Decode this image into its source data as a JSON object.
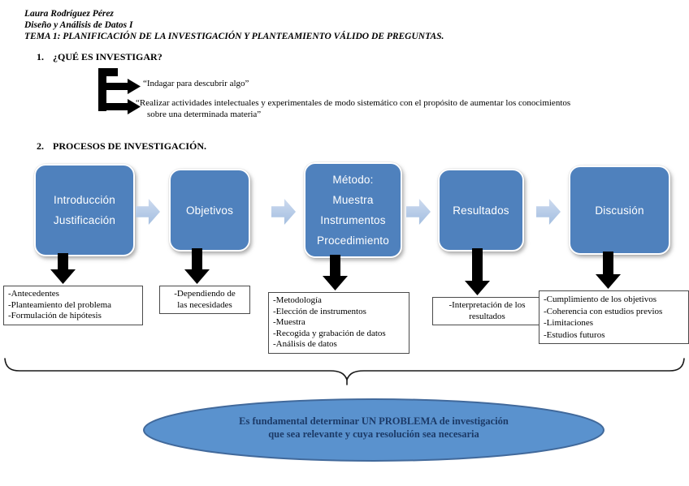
{
  "header": {
    "line1": "Laura Rodríguez Pérez",
    "line2": "Diseño y Análisis de Datos I",
    "line3": "TEMA 1: PLANIFICACIÓN DE LA INVESTIGACIÓN Y PLANTEAMIENTO VÁLIDO DE PREGUNTAS."
  },
  "section1": {
    "number": "1.",
    "title": "¿QUÉ ES INVESTIGAR?",
    "quote1": "“Indagar para descubrir algo”",
    "quote2_line1": "“Realizar actividades intelectuales y experimentales de modo sistemático con el propósito de aumentar los conocimientos",
    "quote2_line2": "sobre una determinada materia”"
  },
  "section2": {
    "number": "2.",
    "title": "PROCESOS DE INVESTIGACIÓN."
  },
  "flowchart": {
    "boxes": [
      {
        "lines": [
          "Introducción",
          "Justificación"
        ]
      },
      {
        "lines": [
          "Objetivos"
        ]
      },
      {
        "lines": [
          "Método:",
          "Muestra",
          "Instrumentos",
          "Procedimiento"
        ]
      },
      {
        "lines": [
          "Resultados"
        ]
      },
      {
        "lines": [
          "Discusión"
        ]
      }
    ],
    "notes": [
      {
        "lines": [
          "-Antecedentes",
          "-Planteamiento del problema",
          "-Formulación de hipótesis"
        ]
      },
      {
        "lines": [
          "-Dependiendo de",
          "las necesidades"
        ]
      },
      {
        "lines": [
          "-Metodología",
          "-Elección de instrumentos",
          "-Muestra",
          "-Recogida y grabación de datos",
          "-Análisis de datos"
        ]
      },
      {
        "lines": [
          "-Interpretación de los",
          "resultados"
        ]
      },
      {
        "lines": [
          "-Cumplimiento de los objetivos",
          "-Coherencia con estudios previos",
          "-Limitaciones",
          "-Estudios futuros"
        ]
      }
    ]
  },
  "conclusion": {
    "line1": "Es fundamental determinar UN PROBLEMA de investigación",
    "line2": "que sea relevante y cuya resolución sea necesaria"
  },
  "colors": {
    "box_blue": "#4F81BD",
    "light_arrow_blue": "#B9CDE5",
    "ellipse_fill": "#5A92CE",
    "ellipse_border": "#41699B",
    "conclusion_text": "#1C3A67"
  }
}
